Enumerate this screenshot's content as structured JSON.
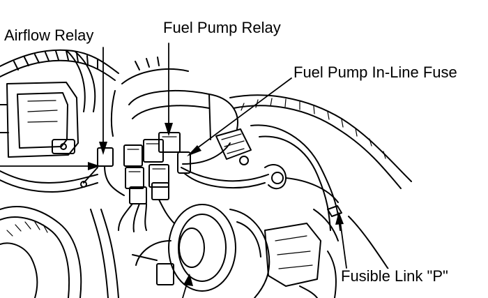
{
  "labels": {
    "airflow_relay": "Airflow Relay",
    "fuel_pump_relay": "Fuel Pump Relay",
    "fuel_pump_inline_fuse": "Fuel Pump In-Line Fuse",
    "fusible_link": "Fusible Link \"P\""
  },
  "style": {
    "ink": "#000000",
    "paper": "#ffffff"
  }
}
